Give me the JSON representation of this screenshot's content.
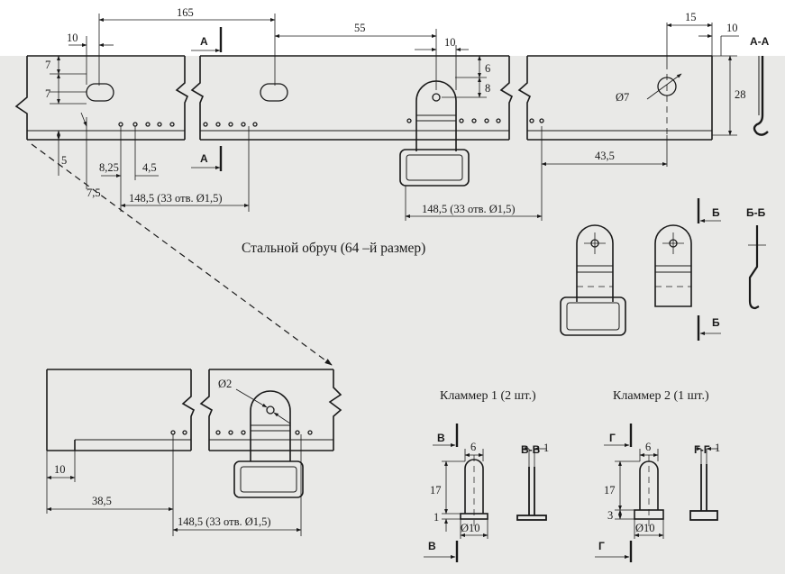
{
  "title": "Стальной обруч (64 –й размер)",
  "dims": {
    "d165": "165",
    "d10a": "10",
    "d55": "55",
    "d10b": "10",
    "d15": "15",
    "d10c": "10",
    "d7a": "7",
    "d7b": "7",
    "d6": "6",
    "d8": "8",
    "d28": "28",
    "phi7": "Ø7",
    "d5": "5",
    "d825": "8,25",
    "d45": "4,5",
    "d75": "7,5",
    "holes1": "148,5 (33 отв. Ø1,5)",
    "holes2": "148,5 (33 отв. Ø1,5)",
    "d435": "43,5",
    "phi2": "Ø2",
    "d10d": "10",
    "d385": "38,5",
    "holes3": "148,5 (33 отв. Ø1,5)",
    "k1_6": "6",
    "k1_1": "1",
    "k1_17": "17",
    "k1_1b": "1",
    "k1_phi10": "Ø10",
    "k2_6": "6",
    "k2_1": "1",
    "k2_17": "17",
    "k2_3": "3",
    "k2_phi10": "Ø10"
  },
  "sections": {
    "a_top": "А",
    "a_bottom": "А",
    "aa": "А-А",
    "b_top": "Б",
    "b_bottom": "Б",
    "bb": "Б-Б",
    "v_top": "В",
    "v_bottom": "В",
    "vv": "В-В",
    "g_top": "Г",
    "g_bottom": "Г",
    "gg": "Г-Г"
  },
  "labels": {
    "clamp1": "Кламмер 1 (2 шт.)",
    "clamp2": "Кламмер 2 (1 шт.)"
  }
}
